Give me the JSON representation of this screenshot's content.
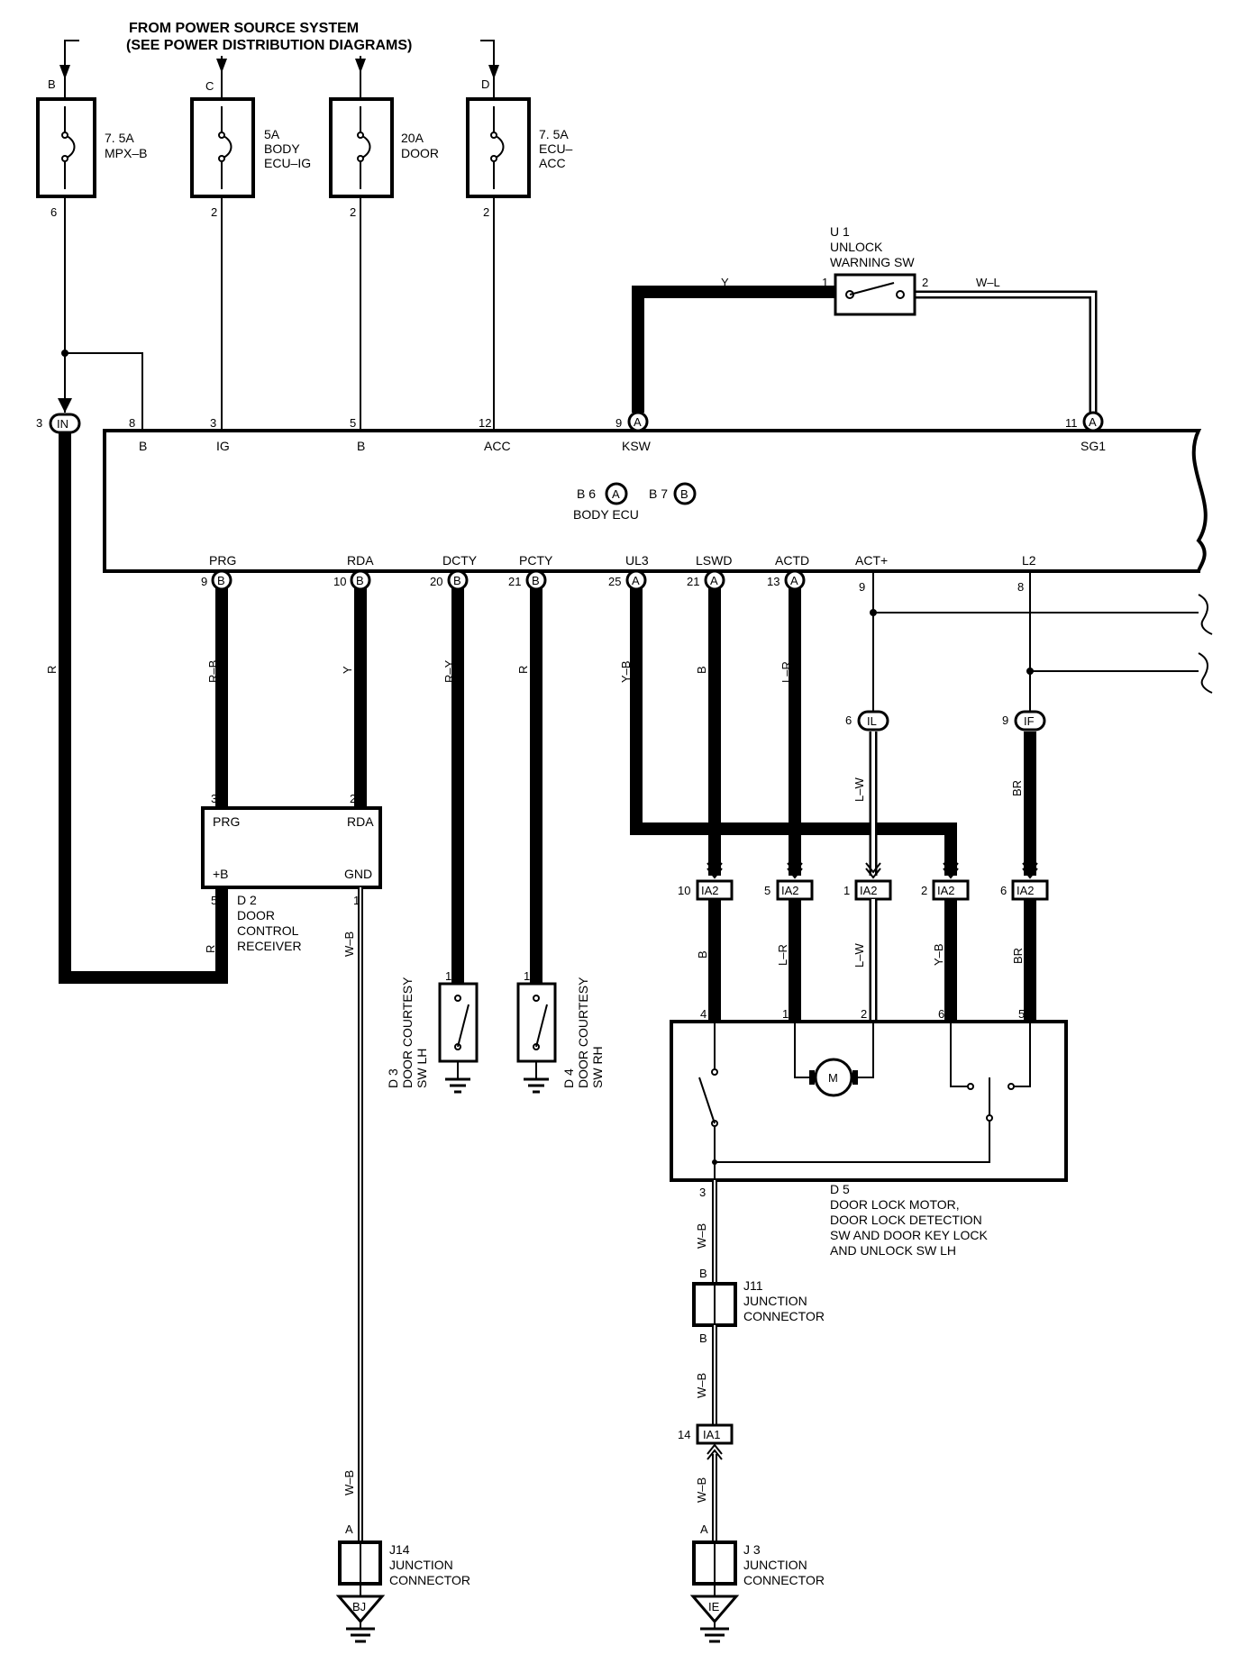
{
  "header": {
    "line1": "FROM POWER SOURCE SYSTEM",
    "line2": "(SEE POWER DISTRIBUTION DIAGRAMS)"
  },
  "fuses": [
    {
      "in_pin": "B",
      "out_pin": "6",
      "line1": "7. 5A",
      "line2": "MPX–B",
      "line3": ""
    },
    {
      "in_pin": "C",
      "out_pin": "2",
      "line1": "5A",
      "line2": "BODY",
      "line3": "ECU–IG"
    },
    {
      "in_pin": "",
      "out_pin": "2",
      "line1": "20A",
      "line2": "DOOR",
      "line3": ""
    },
    {
      "in_pin": "D",
      "out_pin": "2",
      "line1": "7. 5A",
      "line2": "ECU–",
      "line3": "ACC"
    }
  ],
  "unlock_sw": {
    "id": "U 1",
    "line1": "UNLOCK",
    "line2": "WARNING SW",
    "pin1": "1",
    "pin2": "2",
    "wire_left": "Y",
    "wire_right": "W–L"
  },
  "ecu": {
    "name": "BODY ECU",
    "ref1": "B 6",
    "ref1_conn": "A",
    "ref2": "B 7",
    "ref2_conn": "B",
    "top_pins": [
      {
        "num": "3",
        "conn": "IN",
        "label": ""
      },
      {
        "num": "8",
        "conn": "",
        "label": "B"
      },
      {
        "num": "3",
        "conn": "",
        "label": "IG"
      },
      {
        "num": "5",
        "conn": "",
        "label": "B"
      },
      {
        "num": "12",
        "conn": "",
        "label": "ACC"
      },
      {
        "num": "9",
        "conn": "A",
        "label": "KSW"
      },
      {
        "num": "11",
        "conn": "A",
        "label": "SG1"
      }
    ],
    "bottom_pins": [
      {
        "num": "9",
        "conn": "B",
        "label": "PRG",
        "wire": "R–B"
      },
      {
        "num": "10",
        "conn": "B",
        "label": "RDA",
        "wire": "Y"
      },
      {
        "num": "20",
        "conn": "B",
        "label": "DCTY",
        "wire": "R–Y"
      },
      {
        "num": "21",
        "conn": "B",
        "label": "PCTY",
        "wire": "R"
      },
      {
        "num": "25",
        "conn": "A",
        "label": "UL3",
        "wire": "Y–B"
      },
      {
        "num": "21",
        "conn": "A",
        "label": "LSWD",
        "wire": "B"
      },
      {
        "num": "13",
        "conn": "A",
        "label": "ACTD",
        "wire": "L–R"
      },
      {
        "num": "9",
        "conn": "",
        "label": "ACT+",
        "wire": ""
      },
      {
        "num": "8",
        "conn": "",
        "label": "L2",
        "wire": ""
      }
    ]
  },
  "in_wire": "R",
  "il_conn": {
    "num": "6",
    "conn": "IL",
    "wire": "L–W"
  },
  "if_conn": {
    "num": "9",
    "conn": "IF",
    "wire": "BR"
  },
  "ia2": [
    {
      "num": "10",
      "name": "IA2",
      "wire": "B",
      "pin": "4"
    },
    {
      "num": "5",
      "name": "IA2",
      "wire": "L–R",
      "pin": "1"
    },
    {
      "num": "1",
      "name": "IA2",
      "wire": "L–W",
      "pin": "2"
    },
    {
      "num": "2",
      "name": "IA2",
      "wire": "Y–B",
      "pin": "6"
    },
    {
      "num": "6",
      "name": "IA2",
      "wire": "BR",
      "pin": "5"
    }
  ],
  "d2": {
    "id": "D 2",
    "line1": "DOOR",
    "line2": "CONTROL",
    "line3": "RECEIVER",
    "pin_prg": "3",
    "pin_rda": "2",
    "pin_b": "5",
    "pin_gnd": "1",
    "lbl_prg": "PRG",
    "lbl_rda": "RDA",
    "lbl_b": "+B",
    "lbl_gnd": "GND",
    "wire_b": "R",
    "wire_gnd": "W–B"
  },
  "d3": {
    "pin": "1",
    "line1": "D 3",
    "line2": "DOOR COURTESY",
    "line3": "SW LH"
  },
  "d4": {
    "pin": "1",
    "line1": "D 4",
    "line2": "DOOR COURTESY",
    "line3": "SW RH"
  },
  "d5": {
    "id": "D 5",
    "line1": "DOOR LOCK MOTOR,",
    "line2": "DOOR LOCK DETECTION",
    "line3": "SW AND DOOR KEY LOCK",
    "line4": "AND UNLOCK SW LH",
    "motor": "M",
    "gnd_pin": "3",
    "gnd_wire": "W–B"
  },
  "j11": {
    "id": "J11",
    "line1": "JUNCTION",
    "line2": "CONNECTOR",
    "pin_top": "B",
    "pin_bot": "B",
    "wire_below": "W–B"
  },
  "ia1": {
    "num": "14",
    "name": "IA1",
    "wire_below": "W–B"
  },
  "j3": {
    "id": "J 3",
    "line1": "JUNCTION",
    "line2": "CONNECTOR",
    "pin": "A",
    "ground": "IE"
  },
  "j14": {
    "id": "J14",
    "line1": "JUNCTION",
    "line2": "CONNECTOR",
    "pin": "A",
    "wire_above": "W–B",
    "ground": "BJ"
  }
}
